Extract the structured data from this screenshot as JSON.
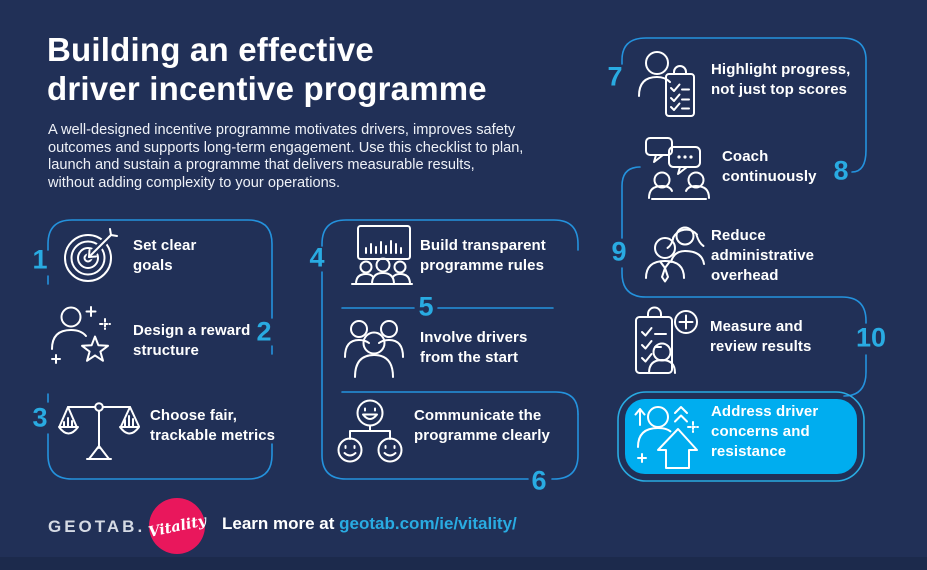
{
  "theme": {
    "background": "#213057",
    "accent_number": "#29abe2",
    "border_blue": "#2492dd",
    "highlight_fill": "#00adef",
    "highlight_outline": "#29abe2",
    "footer_band": "#1c2a4c",
    "vitality_pink": "#e9175c",
    "text_white": "#ffffff"
  },
  "header": {
    "title_lines": [
      "Building an effective",
      "driver incentive programme"
    ],
    "intro_lines": [
      "A well-designed incentive programme motivates drivers, improves safety",
      "outcomes and supports long-term engagement. Use this checklist to plan,",
      "launch and sustain a programme that delivers measurable results,",
      "without adding complexity to your operations."
    ]
  },
  "items": [
    {
      "number": "1",
      "icon": "target-dart-icon",
      "lines": [
        "Set clear",
        "goals"
      ]
    },
    {
      "number": "2",
      "icon": "reward-star-person-icon",
      "lines": [
        "Design a reward",
        "structure"
      ]
    },
    {
      "number": "3",
      "icon": "balance-scale-metrics-icon",
      "lines": [
        "Choose fair,",
        "trackable metrics"
      ]
    },
    {
      "number": "4",
      "icon": "meeting-presentation-icon",
      "lines": [
        "Build transparent",
        "programme rules"
      ]
    },
    {
      "number": "5",
      "icon": "drivers-group-icon",
      "lines": [
        "Involve drivers",
        "from the start"
      ]
    },
    {
      "number": "6",
      "icon": "smiley-network-icon",
      "lines": [
        "Communicate the",
        "programme clearly"
      ]
    },
    {
      "number": "7",
      "icon": "person-checklist-icon",
      "lines": [
        "Highlight progress,",
        "not just top scores"
      ]
    },
    {
      "number": "8",
      "icon": "coaching-chat-icon",
      "lines": [
        "Coach",
        "continuously"
      ]
    },
    {
      "number": "9",
      "icon": "admin-people-icon",
      "lines": [
        "Reduce",
        "administrative",
        "overhead"
      ]
    },
    {
      "number": "10",
      "icon": "measure-review-icon",
      "lines": [
        "Measure and",
        "review results"
      ]
    },
    {
      "icon": "driver-growth-icon",
      "highlighted": true,
      "lines": [
        "Address driver",
        "concerns and",
        "resistance"
      ]
    }
  ],
  "footer": {
    "geotab_logo": "GEOTAB.",
    "vitality_logo": "Vitality",
    "learn_more_prefix": "Learn more at ",
    "learn_more_link": "geotab.com/ie/vitality/"
  }
}
